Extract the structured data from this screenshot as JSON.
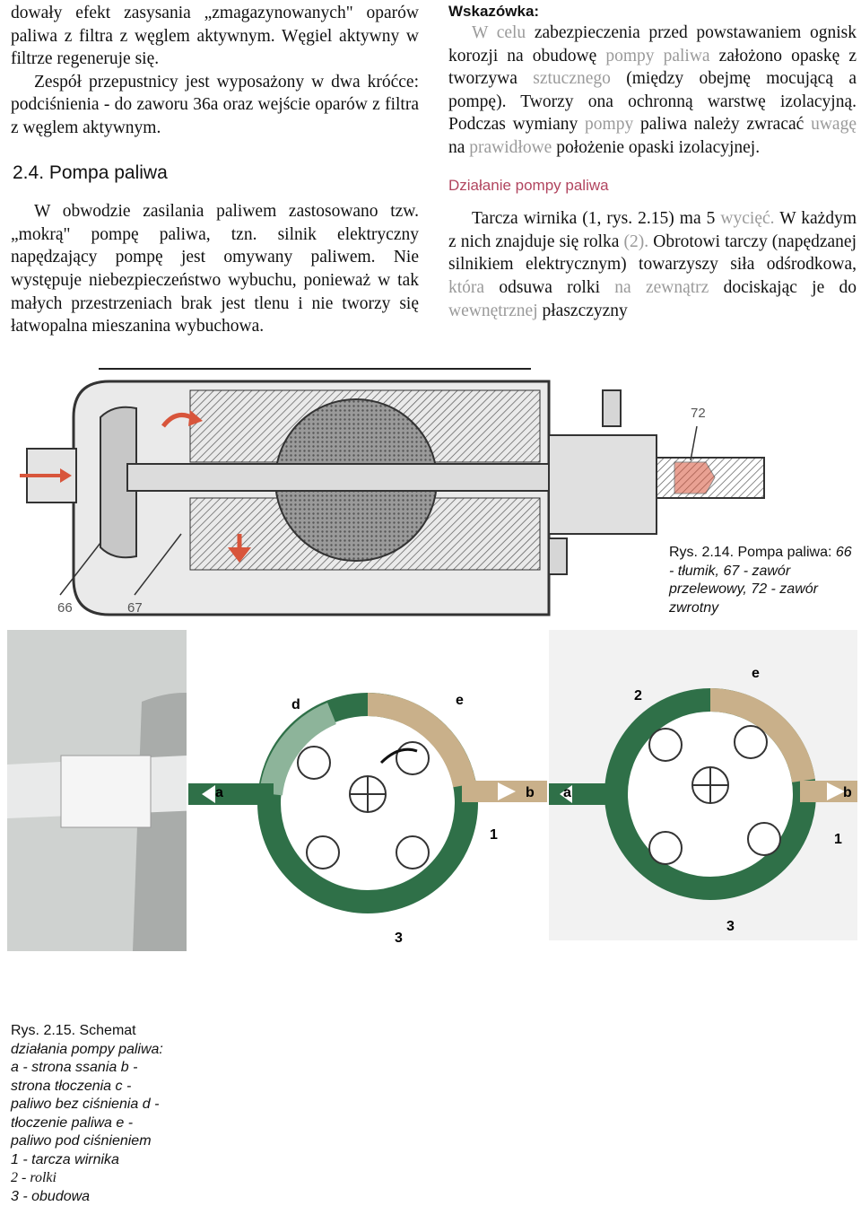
{
  "left_column": {
    "para1": "dowały efekt zasysania „zmagazynowanych\" oparów paliwa z filtra z węglem aktywnym. Węgiel aktywny w filtrze regeneruje się.",
    "para2": "Zespół przepustnicy jest wyposażony w dwa króćce: podciśnienia - do zaworu 36a oraz wejście oparów z filtra z węglem aktywnym.",
    "heading": "2.4. Pompa paliwa",
    "para3": "W obwodzie zasilania paliwem zastosowano tzw. „mokrą\" pompę paliwa, tzn. silnik elektryczny napędzający pompę jest omywany paliwem. Nie występuje niebezpieczeństwo wybuchu, ponieważ w tak małych przestrzeniach brak jest tlenu i nie tworzy się łatwopalna mieszanina wybuchowa."
  },
  "right_column": {
    "tip_title": "Wskazówka:",
    "tip_parts": [
      "W celu",
      " zabezpieczenia przed powstawaniem ognisk korozji na obudowę ",
      "pompy paliwa",
      " założono opaskę z tworzywa ",
      "sztucznego",
      " (między obejmę mocującą a pompę). Tworzy ona ochronną warstwę izolacyjną. Podczas wymiany ",
      "pompy",
      " paliwa należy zwracać ",
      "uwagę",
      " na ",
      "prawidłowe",
      " położenie opaski izolacyjnej."
    ],
    "subheading": "Działanie pompy paliwa",
    "action_parts": [
      "Tarcza wirnika (1, rys. 2.15) ma 5 ",
      "wycięć.",
      " W każdym z nich znajduje się rolka ",
      "(2).",
      " Obrotowi tarczy (napędzanej silnikiem elektrycznym) towarzyszy siła odśrodkowa, ",
      "która",
      " odsuwa rolki ",
      "na zewnątrz",
      " dociskając je do ",
      "wewnętrznej",
      " płaszczyzny"
    ]
  },
  "figure_214": {
    "labels": [
      "72",
      "66",
      "67"
    ],
    "caption_title": "Rys. 2.14. Pompa paliwa:",
    "caption_body": "66 - tłumik, 67 - zawór przelewowy, 72 - zawór zwrotny"
  },
  "figure_215": {
    "labels_left": {
      "a": "a",
      "b": "b",
      "d": "d",
      "e": "e",
      "one": "1",
      "three": "3"
    },
    "labels_right": {
      "a": "a",
      "b": "b",
      "two": "2",
      "e": "e",
      "one": "1",
      "three": "3"
    },
    "caption_title": "Rys. 2.15.",
    "caption_lines": [
      "Schemat",
      "działania pompy paliwa:",
      "a - strona ssania b -",
      "strona tłoczenia c -",
      "paliwo bez ciśnienia d -",
      "tłoczenie paliwa e -",
      "paliwo pod ciśnieniem",
      "1 - tarcza wirnika",
      "2 - rolki",
      "3 - obudowa"
    ]
  },
  "colors": {
    "accent": "#b1455f",
    "faded": "#9a9a9a",
    "green": "#2f7048",
    "tan": "#c9b08a"
  }
}
